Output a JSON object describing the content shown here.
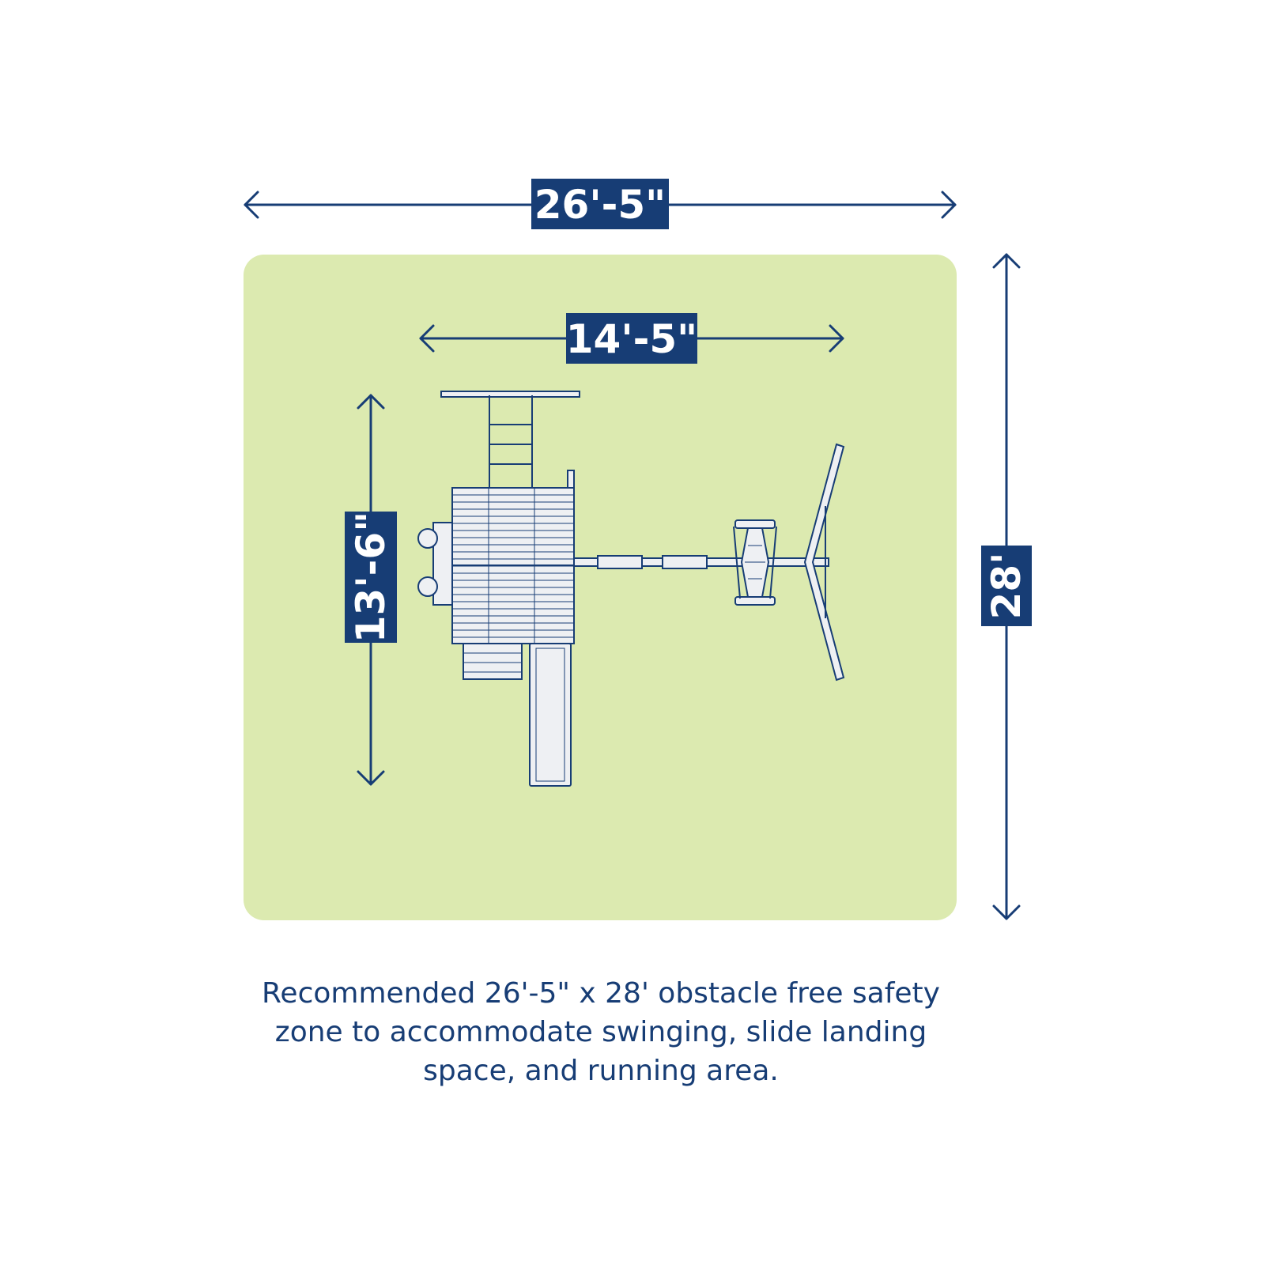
{
  "colors": {
    "navy": "#173d75",
    "zone_fill": "#dceab0",
    "background": "#ffffff",
    "equipment_fill": "#eef0f3"
  },
  "dimensions": {
    "overall_width": "26'-5\"",
    "overall_depth": "28'",
    "play_set_width": "14'-5\"",
    "play_set_depth": "13'-6\""
  },
  "caption": {
    "line1": "Recommended 26'-5\" x 28' obstacle free safety",
    "line2": "zone to accommodate swinging, slide landing",
    "line3": "space, and running area."
  }
}
